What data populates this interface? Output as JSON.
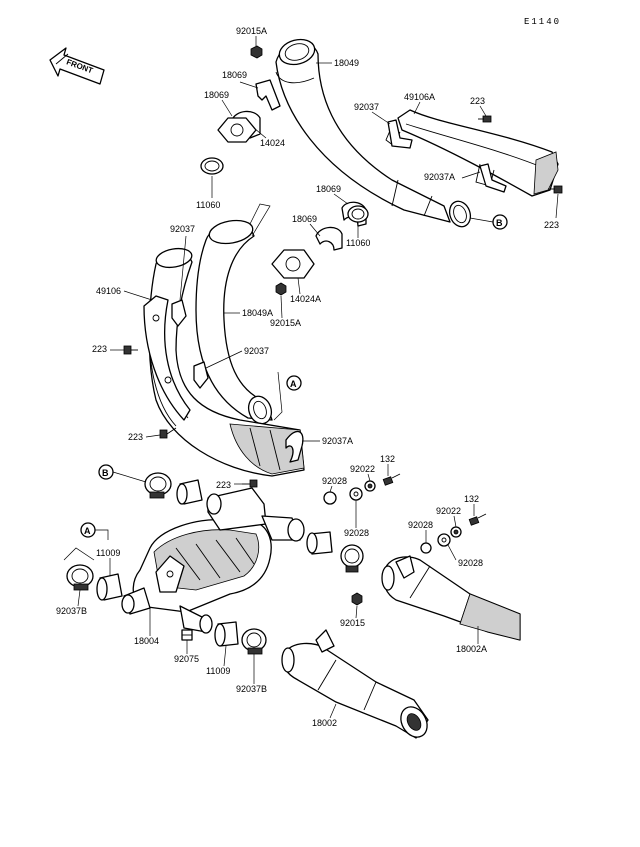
{
  "diagram": {
    "code": "E1140",
    "front_label": "FRONT",
    "refs": {
      "a": "A",
      "b": "B"
    },
    "parts": {
      "p92015a_top": "92015A",
      "p18049": "18049",
      "p18069_a": "18069",
      "p18069_b": "18069",
      "p14024": "14024",
      "p11060_a": "11060",
      "p92037_top": "92037",
      "p49106a": "49106A",
      "p223_tr": "223",
      "p92037a_top": "92037A",
      "p223_r": "223",
      "p18069_c": "18069",
      "p18069_d": "18069",
      "p11060_b": "11060",
      "p14024a": "14024A",
      "p92015a_mid": "92015A",
      "p18049a": "18049A",
      "p92037_l": "92037",
      "p49106": "49106",
      "p223_l": "223",
      "p92037_mid": "92037",
      "p223_bl": "223",
      "p92037a_mid": "92037A",
      "p223_c": "223",
      "p132_a": "132",
      "p92022_a": "92022",
      "p92028_a": "92028",
      "p92028_b": "92028",
      "p11009_a": "11009",
      "p92037b_a": "92037B",
      "p18004": "18004",
      "p92075": "92075",
      "p11009_b": "11009",
      "p92037b_b": "92037B",
      "p92015": "92015",
      "p132_b": "132",
      "p92022_b": "92022",
      "p92028_c": "92028",
      "p92028_d": "92028",
      "p18002a": "18002A",
      "p18002": "18002"
    }
  }
}
